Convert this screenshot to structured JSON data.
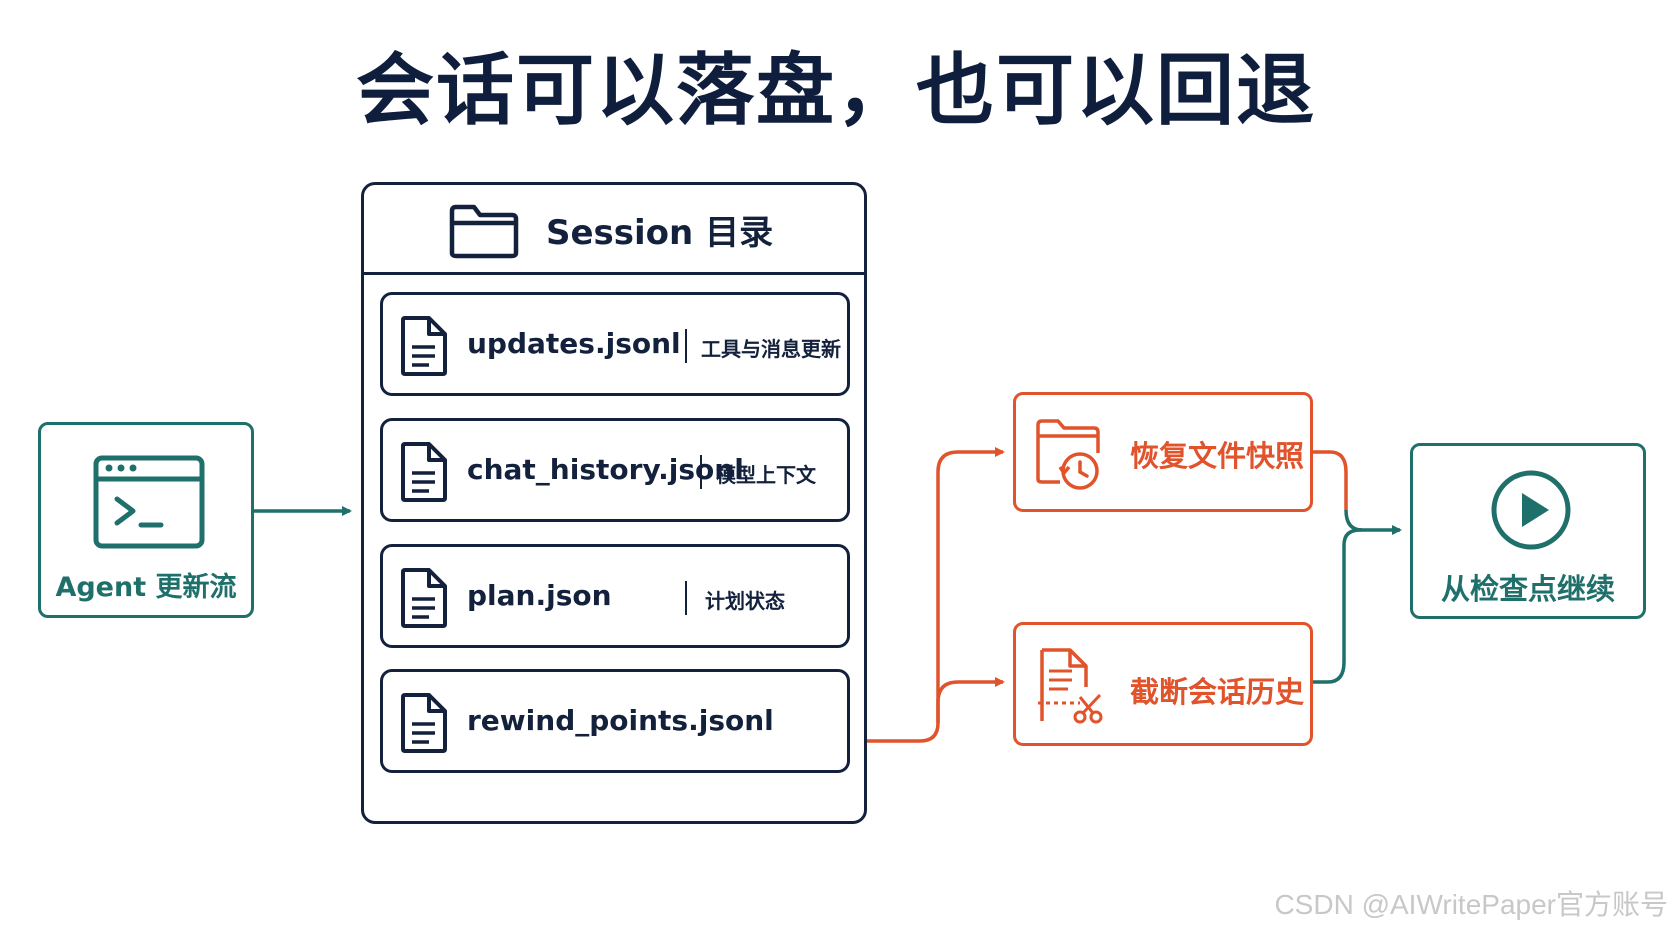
{
  "title": "会话可以落盘，也可以回退",
  "agent": {
    "label": "Agent 更新流"
  },
  "session": {
    "title": "Session 目录",
    "files": [
      {
        "name": "updates.jsonl",
        "desc": "工具与消息更新"
      },
      {
        "name": "chat_history.jsonl",
        "desc": "模型上下文"
      },
      {
        "name": "plan.json",
        "desc": "计划状态"
      },
      {
        "name": "rewind_points.jsonl",
        "desc": ""
      }
    ]
  },
  "actions": [
    {
      "label": "恢复文件快照",
      "icon": "folder-restore-icon"
    },
    {
      "label": "截断会话历史",
      "icon": "document-cut-icon"
    }
  ],
  "resume": {
    "label": "从检查点继续",
    "icon": "play-icon"
  },
  "watermark": "CSDN @AIWritePaper官方账号",
  "colors": {
    "navy": "#14213d",
    "teal": "#1f6f6b",
    "orange": "#e0532b"
  }
}
